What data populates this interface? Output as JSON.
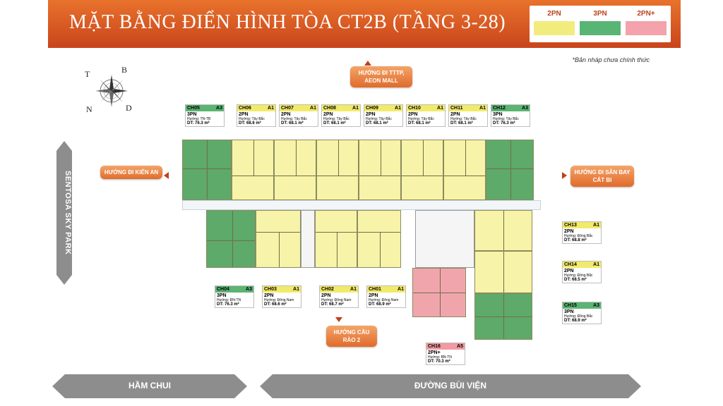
{
  "header": {
    "title": "MẶT BẰNG ĐIỂN HÌNH TÒA CT2B (TẦNG 3-28)"
  },
  "legend": [
    {
      "label": "2PN",
      "color": "#f2ec7e"
    },
    {
      "label": "3PN",
      "color": "#58b574"
    },
    {
      "label": "2PN+",
      "color": "#f4a2ab"
    }
  ],
  "draft_note": "*Bản nháp chưa chính thức",
  "compass": {
    "t": "T",
    "b": "B",
    "n": "N",
    "d": "D"
  },
  "directions": {
    "top": "HƯỚNG ĐI TTTP, AEON MALL",
    "left": "HƯỚNG ĐI KIẾN AN",
    "right": "HƯỚNG ĐI SÂN BAY CÁT BI",
    "bottom": "HƯỚNG CẦU RÀO 2"
  },
  "side_label": "SENTOSA SKY PARK",
  "roads": {
    "left": "HẦM CHUI",
    "right": "ĐƯỜNG BÙI VIỆN"
  },
  "units": [
    {
      "code": "CH05",
      "type_code": "A3",
      "rooms": "3PN",
      "direction": "Hướng: TN-TB",
      "area": "DT: 76.3 m²",
      "kind": "a3"
    },
    {
      "code": "CH06",
      "type_code": "A1",
      "rooms": "2PN",
      "direction": "Hướng: Tây Bắc",
      "area": "DT: 68.6 m²",
      "kind": "a1"
    },
    {
      "code": "CH07",
      "type_code": "A1",
      "rooms": "2PN",
      "direction": "Hướng: Tây Bắc",
      "area": "DT: 68.1 m²",
      "kind": "a1"
    },
    {
      "code": "CH08",
      "type_code": "A1",
      "rooms": "2PN",
      "direction": "Hướng: Tây Bắc",
      "area": "DT: 68.1 m²",
      "kind": "a1"
    },
    {
      "code": "CH09",
      "type_code": "A1",
      "rooms": "2PN",
      "direction": "Hướng: Tây Bắc",
      "area": "DT: 68.1 m²",
      "kind": "a1"
    },
    {
      "code": "CH10",
      "type_code": "A1",
      "rooms": "2PN",
      "direction": "Hướng: Tây Bắc",
      "area": "DT: 68.1 m²",
      "kind": "a1"
    },
    {
      "code": "CH11",
      "type_code": "A1",
      "rooms": "2PN",
      "direction": "Hướng: Tây Bắc",
      "area": "DT: 68.1 m²",
      "kind": "a1"
    },
    {
      "code": "CH12",
      "type_code": "A3",
      "rooms": "3PN",
      "direction": "Hướng: Tây Bắc",
      "area": "DT: 76.3 m²",
      "kind": "a3"
    },
    {
      "code": "CH13",
      "type_code": "A1",
      "rooms": "2PN",
      "direction": "Hướng: Đông Bắc",
      "area": "DT: 68.8 m²",
      "kind": "a1"
    },
    {
      "code": "CH14",
      "type_code": "A1",
      "rooms": "2PN",
      "direction": "Hướng: Đông Bắc",
      "area": "DT: 68.5 m²",
      "kind": "a1"
    },
    {
      "code": "CH15",
      "type_code": "A3",
      "rooms": "3PN",
      "direction": "Hướng: Đông Bắc",
      "area": "DT: 68.9 m²",
      "kind": "a3"
    },
    {
      "code": "CH16",
      "type_code": "A5",
      "rooms": "2PN+",
      "direction": "Hướng: BN-TN",
      "area": "DT: 70.3 m²",
      "kind": "a5"
    },
    {
      "code": "CH04",
      "type_code": "A3",
      "rooms": "3PN",
      "direction": "Hướng: ĐN-TN",
      "area": "DT: 76.3 m²",
      "kind": "a3"
    },
    {
      "code": "CH03",
      "type_code": "A1",
      "rooms": "2PN",
      "direction": "Hướng: Đông Nam",
      "area": "DT: 68.6 m²",
      "kind": "a1"
    },
    {
      "code": "CH02",
      "type_code": "A1",
      "rooms": "2PN",
      "direction": "Hướng: Đông Nam",
      "area": "DT: 68.7 m²",
      "kind": "a1"
    },
    {
      "code": "CH01",
      "type_code": "A1",
      "rooms": "2PN",
      "direction": "Hướng: Đông Nam",
      "area": "DT: 68.9 m²",
      "kind": "a1"
    }
  ]
}
